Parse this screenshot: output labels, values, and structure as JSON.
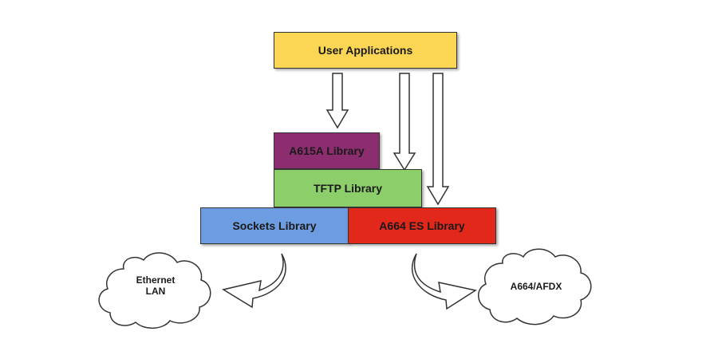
{
  "nodes": {
    "user_applications": {
      "label": "User Applications",
      "color": "#fbd655"
    },
    "a615a_library": {
      "label": "A615A Library",
      "color": "#8b2d6e"
    },
    "tftp_library": {
      "label": "TFTP Library",
      "color": "#8ccf6a"
    },
    "sockets_library": {
      "label": "Sockets Library",
      "color": "#6d9de0"
    },
    "a664_es_library": {
      "label": "A664 ES Library",
      "color": "#e2271b"
    }
  },
  "clouds": {
    "ethernet_lan": {
      "line1": "Ethernet",
      "line2": "LAN"
    },
    "a664_afdx": {
      "label": "A664/AFDX"
    }
  },
  "colors": {
    "outline": "#333333",
    "background": "#ffffff"
  }
}
